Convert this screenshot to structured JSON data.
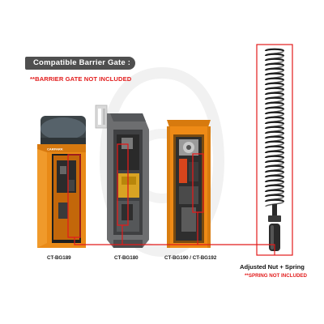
{
  "header": {
    "title": "Compatible Barrier Gate :",
    "warning": "**BARRIER GATE NOT INCLUDED"
  },
  "devices": [
    {
      "model": "CT-BG189",
      "body_color": "#e98a17",
      "brand": "CARPARK"
    },
    {
      "model": "CT-BG180",
      "body_color": "#6d6e70"
    },
    {
      "model": "CT-BG190 / CT-BG192",
      "body_color": "#ee8a16"
    }
  ],
  "spring": {
    "title": "Adjusted Nut + Spring",
    "note": "**SPRING NOT INCLUDED"
  },
  "colors": {
    "highlight": "#e21b1b",
    "label_bg": "#4f4f4f"
  }
}
